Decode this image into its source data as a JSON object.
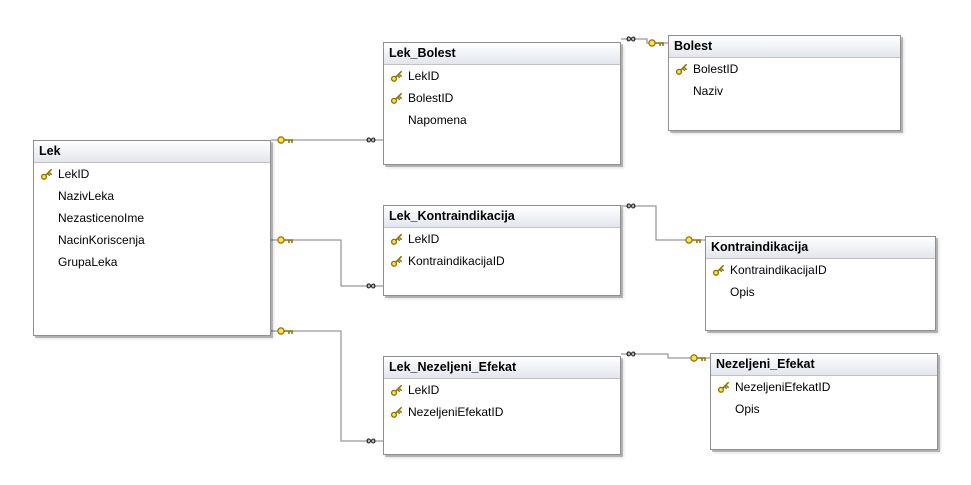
{
  "diagram": {
    "tables": [
      {
        "name": "Lek",
        "columns": [
          {
            "name": "LekID",
            "key": true
          },
          {
            "name": "NazivLeka",
            "key": false
          },
          {
            "name": "NezasticenoIme",
            "key": false
          },
          {
            "name": "NacinKoriscenja",
            "key": false
          },
          {
            "name": "GrupaLeka",
            "key": false
          }
        ]
      },
      {
        "name": "Lek_Bolest",
        "columns": [
          {
            "name": "LekID",
            "key": true
          },
          {
            "name": "BolestID",
            "key": true
          },
          {
            "name": "Napomena",
            "key": false
          }
        ]
      },
      {
        "name": "Bolest",
        "columns": [
          {
            "name": "BolestID",
            "key": true
          },
          {
            "name": "Naziv",
            "key": false
          }
        ]
      },
      {
        "name": "Lek_Kontraindikacija",
        "columns": [
          {
            "name": "LekID",
            "key": true
          },
          {
            "name": "KontraindikacijaID",
            "key": true
          }
        ]
      },
      {
        "name": "Kontraindikacija",
        "columns": [
          {
            "name": "KontraindikacijaID",
            "key": true
          },
          {
            "name": "Opis",
            "key": false
          }
        ]
      },
      {
        "name": "Lek_Nezeljeni_Efekat",
        "columns": [
          {
            "name": "LekID",
            "key": true
          },
          {
            "name": "NezeljeniEfekatID",
            "key": true
          }
        ]
      },
      {
        "name": "Nezeljeni_Efekat",
        "columns": [
          {
            "name": "NezeljeniEfekatID",
            "key": true
          },
          {
            "name": "Opis",
            "key": false
          }
        ]
      }
    ],
    "relationships": [
      {
        "one_side": "Lek",
        "many_side": "Lek_Bolest"
      },
      {
        "one_side": "Bolest",
        "many_side": "Lek_Bolest"
      },
      {
        "one_side": "Lek",
        "many_side": "Lek_Kontraindikacija"
      },
      {
        "one_side": "Kontraindikacija",
        "many_side": "Lek_Kontraindikacija"
      },
      {
        "one_side": "Lek",
        "many_side": "Lek_Nezeljeni_Efekat"
      },
      {
        "one_side": "Nezeljeni_Efekat",
        "many_side": "Lek_Nezeljeni_Efekat"
      }
    ]
  },
  "symbols": {
    "many": "∞"
  },
  "colors": {
    "key_gold": "#FFE14D",
    "key_outline": "#8A7000",
    "line_gray": "#7F7F7F"
  }
}
